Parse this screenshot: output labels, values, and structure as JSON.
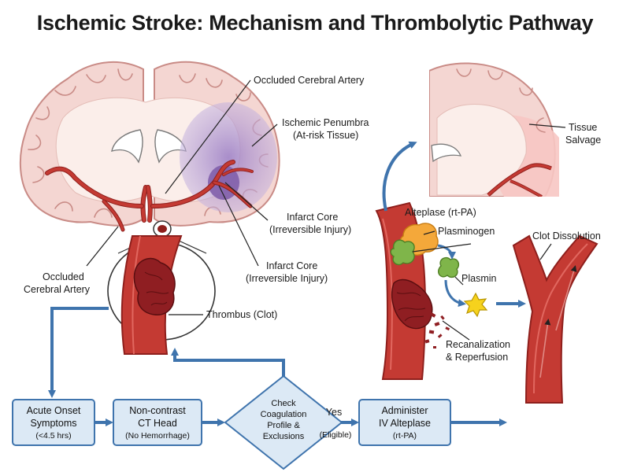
{
  "title": "Ischemic Stroke: Mechanism and Thrombolytic Pathway",
  "colors": {
    "brain_fill": "#f4d6d2",
    "brain_stroke": "#c98b86",
    "white_matter": "#fbeeea",
    "artery": "#c43a33",
    "artery_dark": "#8e1f1c",
    "penumbra": "#b59ccf",
    "core": "#7d5aa8",
    "clot": "#8f1e22",
    "flow_arrow": "#3f74ad",
    "box_fill": "#dce9f5",
    "box_stroke": "#3f74ad",
    "enzyme_orange": "#f4a83a",
    "enzyme_green": "#7fb54a",
    "plasmin_star": "#f6d21d",
    "salvage": "#f7c6c3"
  },
  "labels": {
    "occluded_artery_top": "Occluded Cerebral Artery",
    "penumbra_line1": "Ischemic Penumbra",
    "penumbra_line2": "(At-risk Tissue)",
    "core1_line1": "Infarct Core",
    "core1_line2": "(Irreversible Injury)",
    "core2_line1": "Infarct Core",
    "core2_line2": "(Irreversible Injury)",
    "occluded_artery_left_line1": "Occluded",
    "occluded_artery_left_line2": "Cerebral Artery",
    "thrombus": "Thrombus (Clot)",
    "tissue_salvage_line1": "Tissue",
    "tissue_salvage_line2": "Salvage",
    "alteplase": "Alteplase (rt-PA)",
    "plasminogen": "Plasminogen",
    "plasmin": "Plasmin",
    "clot_dissolution": "Clot Dissolution",
    "recanalization_line1": "Recanalization",
    "recanalization_line2": "& Reperfusion"
  },
  "flow": {
    "step1": {
      "line1": "Acute Onset",
      "line2": "Symptoms",
      "sub": "(<4.5 hrs)"
    },
    "step2": {
      "line1": "Non-contrast",
      "line2": "CT Head",
      "sub": "(No Hemorrhage)"
    },
    "decision": {
      "line1": "Check",
      "line2": "Coagulation",
      "line3": "Profile &",
      "line4": "Exclusions"
    },
    "yes_label": "Yes",
    "eligible_label": "(Eligible)",
    "step3": {
      "line1": "Administer",
      "line2": "IV Alteplase",
      "sub": "(rt-PA)"
    }
  }
}
